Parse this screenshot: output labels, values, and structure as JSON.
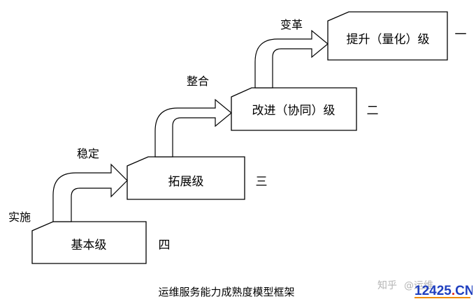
{
  "levels": [
    {
      "name": "基本级",
      "numeral": "四",
      "action": "实施"
    },
    {
      "name": "拓展级",
      "numeral": "三",
      "action": "稳定"
    },
    {
      "name": "改进（协同）级",
      "numeral": "二",
      "action": "整合"
    },
    {
      "name": "提升（量化）级",
      "numeral": "一",
      "action": "变革"
    }
  ],
  "caption": "运维服务能力成熟度模型框架",
  "watermark": {
    "source": "知乎",
    "author": "@运维",
    "site": "12425.CN"
  },
  "colors": {
    "line": "#000000",
    "watermark_text": "#b5b5b5",
    "badge_blue": "#1f3fbf",
    "badge_red": "#e0261c",
    "badge_orange": "#f08a00"
  }
}
